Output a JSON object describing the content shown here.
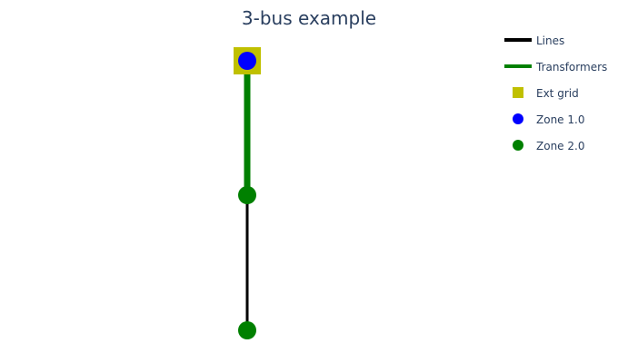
{
  "title": "3-bus example",
  "colors": {
    "line": "#000000",
    "transformer": "#008000",
    "ext_grid": "#c0c000",
    "zone_1": "#0000ff",
    "zone_2": "#008000",
    "text": "#2a3f5f"
  },
  "legend": [
    {
      "key": "lines",
      "label": "Lines",
      "symbol": "line",
      "color": "#000000"
    },
    {
      "key": "transformers",
      "label": "Transformers",
      "symbol": "line",
      "color": "#008000"
    },
    {
      "key": "ext-grid",
      "label": "Ext grid",
      "symbol": "square",
      "color": "#c0c000"
    },
    {
      "key": "zone-1",
      "label": "Zone 1.0",
      "symbol": "circle",
      "color": "#0000ff"
    },
    {
      "key": "zone-2",
      "label": "Zone 2.0",
      "symbol": "circle",
      "color": "#008000"
    }
  ],
  "buses": [
    {
      "id": "bus-1",
      "zone": "zone_1",
      "ext_grid": true
    },
    {
      "id": "bus-2",
      "zone": "zone_2",
      "ext_grid": false
    },
    {
      "id": "bus-3",
      "zone": "zone_2",
      "ext_grid": false
    }
  ],
  "branches": [
    {
      "id": "transformer-1",
      "type": "transformer",
      "from": "bus-1",
      "to": "bus-2"
    },
    {
      "id": "line-1",
      "type": "line",
      "from": "bus-2",
      "to": "bus-3"
    }
  ]
}
